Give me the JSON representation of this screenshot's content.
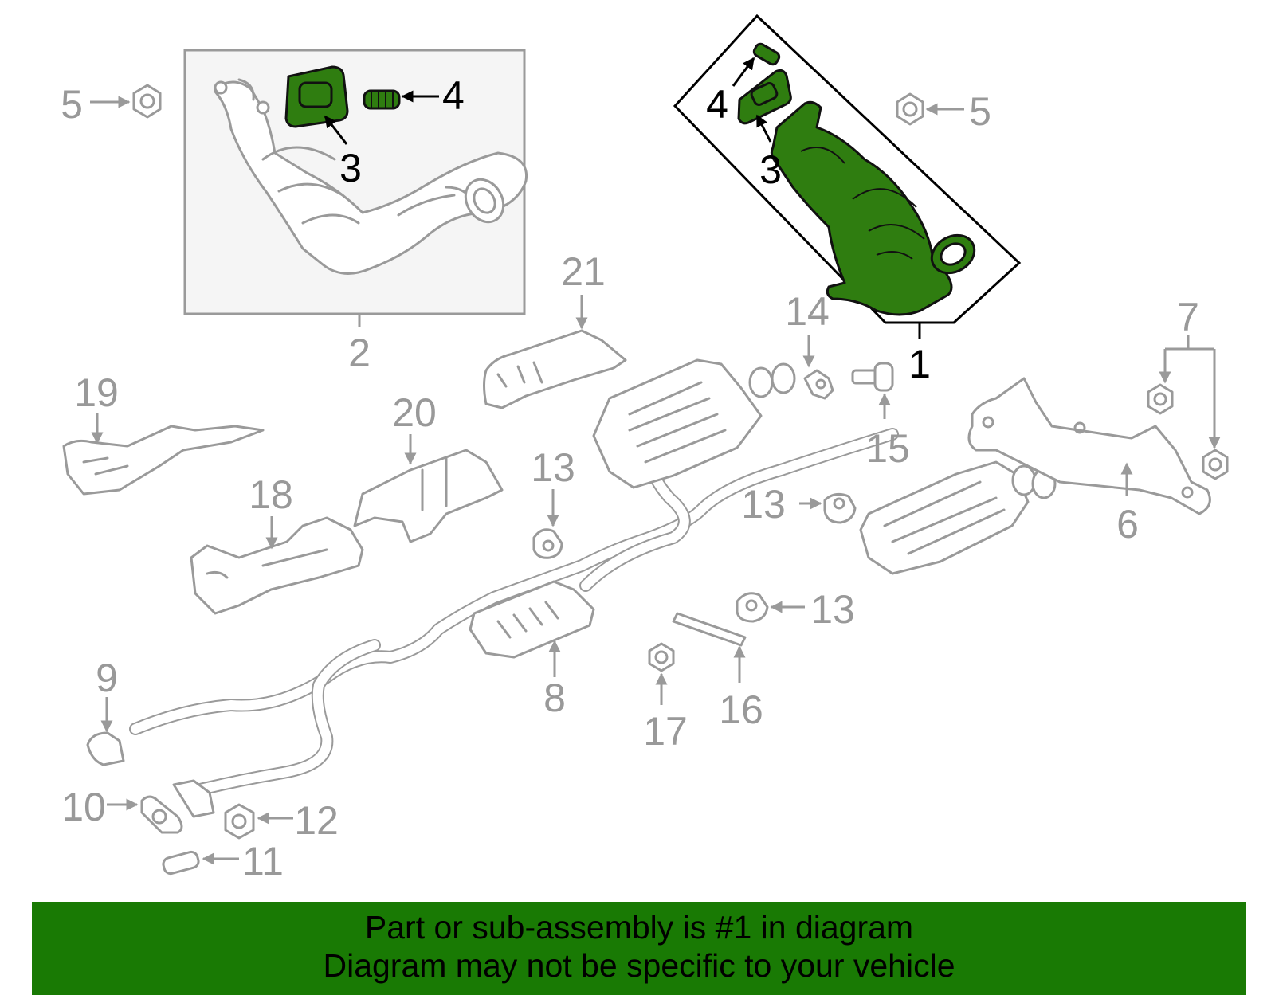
{
  "callouts": {
    "c1": "1",
    "c2": "2",
    "c3_left": "3",
    "c3_right": "3",
    "c4_left": "4",
    "c4_right": "4",
    "c5_left": "5",
    "c5_right": "5",
    "c6": "6",
    "c7": "7",
    "c8": "8",
    "c9": "9",
    "c10": "10",
    "c11": "11",
    "c12": "12",
    "c13_a": "13",
    "c13_b": "13",
    "c13_c": "13",
    "c14": "14",
    "c15": "15",
    "c16": "16",
    "c17": "17",
    "c18": "18",
    "c19": "19",
    "c20": "20",
    "c21": "21"
  },
  "colors": {
    "highlight_green": "#2f7d10",
    "banner_green": "#197a04",
    "part_gray": "#9a9a9a"
  },
  "banner": {
    "line1": "Part or sub-assembly is #1 in diagram",
    "line2": "Diagram may not be specific to your vehicle"
  }
}
